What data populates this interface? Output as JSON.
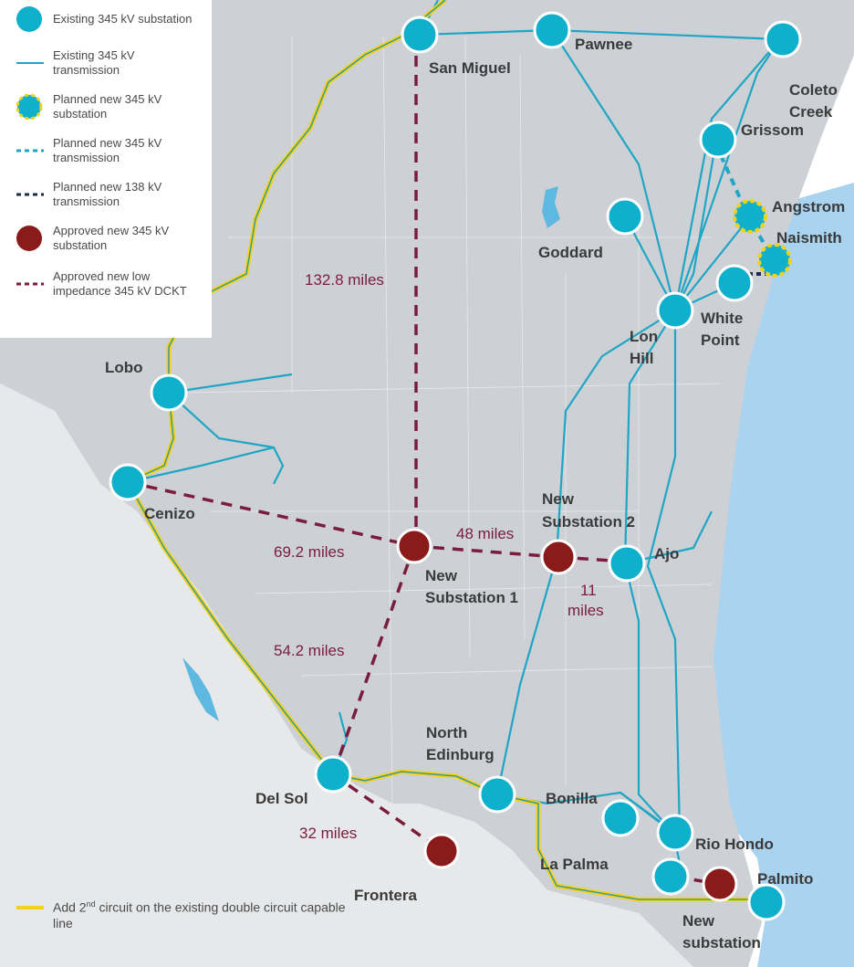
{
  "legend": {
    "existing_substation": "Existing 345 kV substation",
    "existing_transmission": "Existing 345 kV transmission",
    "planned_substation": "Planned new 345 kV substation",
    "planned_345_transmission": "Planned new 345 kV transmission",
    "planned_138_transmission": "Planned new 138 kV transmission",
    "approved_substation": "Approved new 345 kV substation",
    "approved_dckt": "Approved new low impedance 345 kV DCKT",
    "second_circuit_pre": "Add 2",
    "second_circuit_sup": "nd",
    "second_circuit_post": " circuit on the existing double circuit capable line"
  },
  "colors": {
    "land": "#cdd1d5",
    "water": "#a9d3ee",
    "existing": "#0fb0cc",
    "line_existing": "#1ea6c4",
    "approved": "#8b1a1a",
    "dckt": "#7a1d3c",
    "planned_138": "#1d2a4a",
    "second_circuit": "#f3d21c"
  },
  "stations": {
    "san_miguel": "San Miguel",
    "pawnee": "Pawnee",
    "coleto_creek": [
      "Coleto",
      "Creek"
    ],
    "grissom": "Grissom",
    "angstrom": "Angstrom",
    "naismith": "Naismith",
    "goddard": "Goddard",
    "lon_hill": [
      "Lon",
      "Hill"
    ],
    "white_point": [
      "White",
      "Point"
    ],
    "lobo": "Lobo",
    "cenizo": "Cenizo",
    "new_sub_1": [
      "New",
      "Substation 1"
    ],
    "new_sub_2": [
      "New",
      "Substation 2"
    ],
    "ajo": "Ajo",
    "north_edinburg": [
      "North",
      "Edinburg"
    ],
    "del_sol": "Del Sol",
    "bonilla": "Bonilla",
    "rio_hondo": "Rio Hondo",
    "la_palma": "La Palma",
    "palmito": "Palmito",
    "new_substation": [
      "New",
      "substation"
    ],
    "frontera": "Frontera"
  },
  "distances": {
    "d1328": "132.8 miles",
    "d692": "69.2 miles",
    "d48": "48 miles",
    "d11": [
      "11",
      "miles"
    ],
    "d542": "54.2 miles",
    "d32": "32 miles"
  }
}
